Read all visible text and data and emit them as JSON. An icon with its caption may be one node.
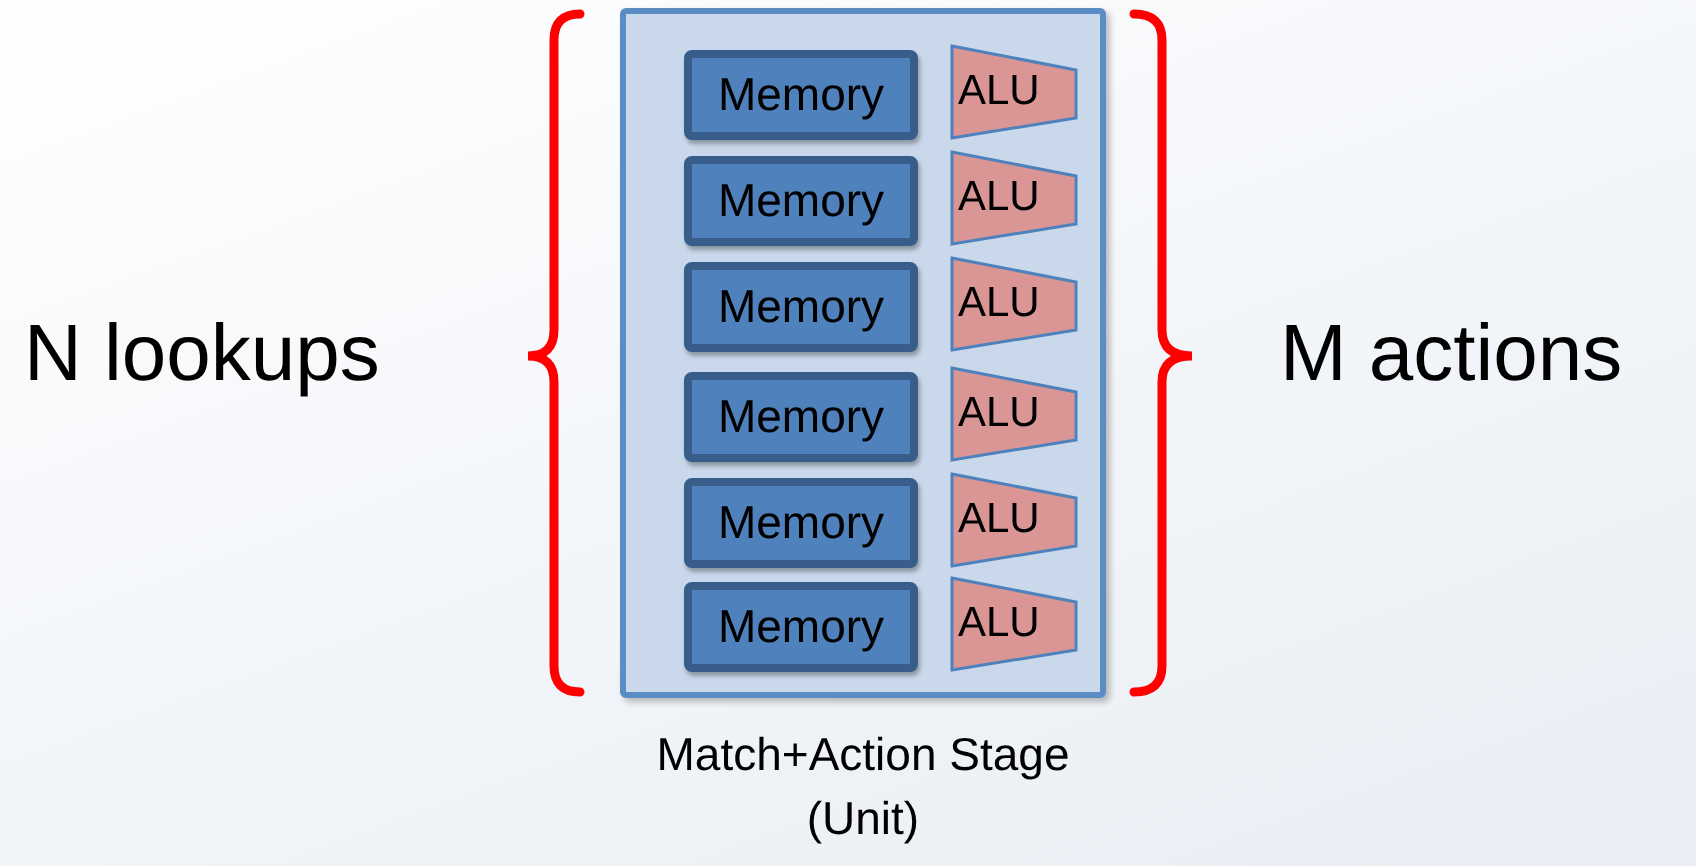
{
  "diagram": {
    "nodes": [
      {
        "text": [],
        "shape": "box",
        "beside": [
          "Match+Action Stage (Unit)"
        ]
      },
      {
        "text": [
          "Memory"
        ],
        "in": 0
      },
      {
        "text": [
          "ALU"
        ],
        "in": 0
      },
      {
        "text": [
          "Memory"
        ],
        "in": 0
      },
      {
        "text": [
          "ALU"
        ],
        "in": 0
      },
      {
        "text": [
          "Memory"
        ],
        "in": 0
      },
      {
        "text": [
          "ALU"
        ],
        "in": 0
      },
      {
        "text": [
          "Memory"
        ],
        "in": 0
      },
      {
        "text": [
          "ALU"
        ],
        "in": 0
      },
      {
        "text": [
          "Memory"
        ],
        "in": 0
      },
      {
        "text": [
          "ALU"
        ],
        "in": 0
      },
      {
        "text": [
          "Memory"
        ],
        "in": 0
      },
      {
        "text": [
          "ALU"
        ],
        "in": 0
      }
    ],
    "labels": [
      "N lookups",
      "M actions"
    ]
  }
}
